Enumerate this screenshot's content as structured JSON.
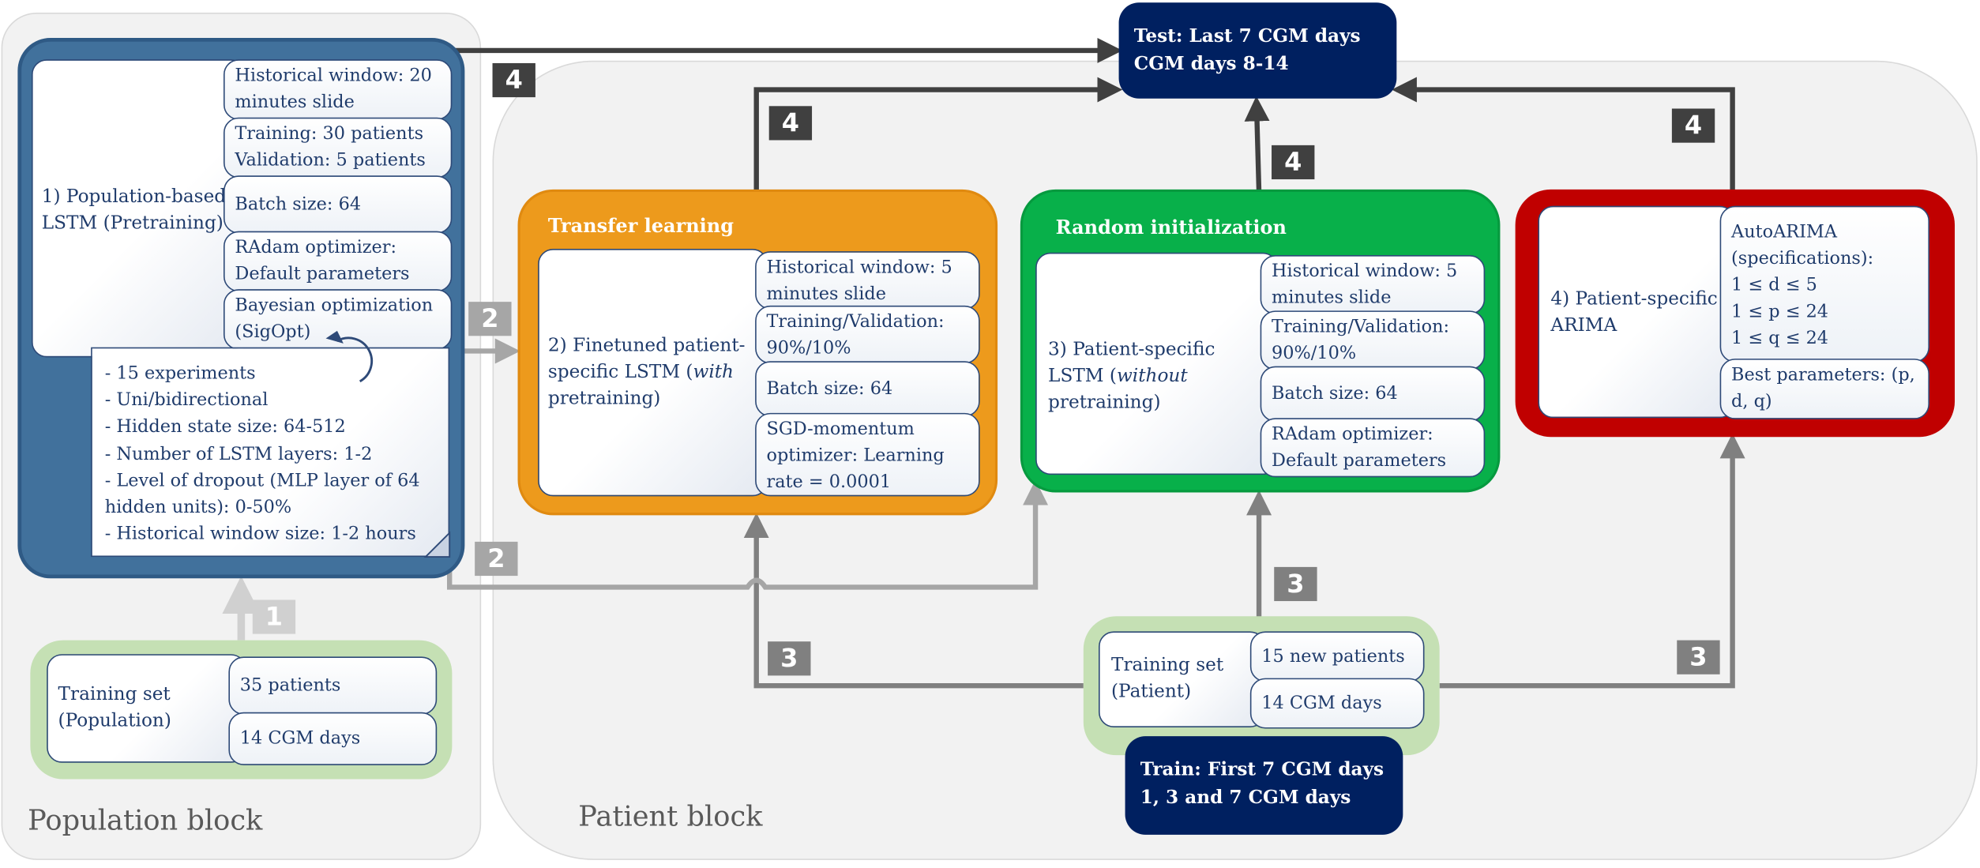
{
  "population_block": {
    "label": "Population block",
    "pretraining": {
      "title": "1) Population-based LSTM (Pretraining)",
      "params": [
        "Historical window: 20 minutes slide",
        "Training: 30 patients Validation: 5 patients",
        "Batch size: 64",
        "RAdam optimizer: Default parameters",
        "Bayesian optimization (SigOpt)"
      ],
      "experiments": [
        "-  15 experiments",
        "- Uni/bidirectional",
        "- Hidden state size: 64-512",
        "- Number of LSTM layers: 1-2",
        "- Level of dropout (MLP layer of 64",
        "hidden units): 0-50%",
        "- Historical window size: 1-2 hours"
      ]
    },
    "training_set": {
      "title": "Training set (Population)",
      "cells": [
        "35 patients",
        "14 CGM days"
      ]
    }
  },
  "patient_block": {
    "label": "Patient block",
    "transfer": {
      "header": "Transfer learning",
      "title_pre": "2)  Finetuned patient-specific LSTM (",
      "title_em": "with",
      "title_post": " pretraining)",
      "params": [
        "Historical window: 5 minutes slide",
        "Training/Validation: 90%/10%",
        "Batch size: 64",
        "SGD-momentum optimizer: Learning rate = 0.0001"
      ]
    },
    "random": {
      "header": "Random initialization",
      "title_pre": "3) Patient-specific LSTM (",
      "title_em": "without",
      "title_post": " pretraining)",
      "params": [
        "Historical window: 5 minutes slide",
        "Training/Validation: 90%/10%",
        "Batch size: 64",
        "RAdam optimizer: Default parameters"
      ]
    },
    "arima": {
      "title": "4) Patient-specific ARIMA",
      "spec": [
        "AutoARIMA",
        "(specifications):",
        "1 ≤ d ≤ 5",
        "1 ≤ p ≤ 24",
        "1 ≤ q ≤ 24"
      ],
      "best": "Best parameters: (p, d, q)"
    },
    "training_set": {
      "title": "Training set (Patient)",
      "cells": [
        "15 new patients",
        "14 CGM days"
      ]
    },
    "train_box": [
      "Train: First 7 CGM days",
      "1, 3 and 7 CGM days"
    ]
  },
  "test_box": [
    "Test: Last 7 CGM days",
    "CGM days 8-14"
  ],
  "badges": {
    "one": "1",
    "two": "2",
    "three": "3",
    "four": "4"
  },
  "colors": {
    "pretraining_panel": "#41719c",
    "transfer_panel": "#ed9a1c",
    "random_panel": "#08b04a",
    "arima_panel": "#c00000",
    "training_set_panel": "#c5e0b4",
    "navy": "#002060"
  }
}
